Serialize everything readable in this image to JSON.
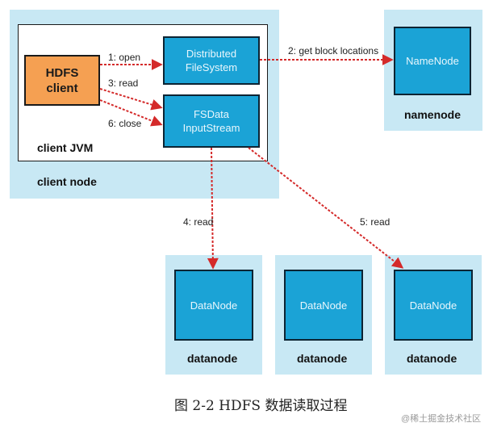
{
  "nodes": {
    "hdfs_client": {
      "line1": "HDFS",
      "line2": "client"
    },
    "distributed_fs": {
      "line1": "Distributed",
      "line2": "FileSystem"
    },
    "fsdata_stream": {
      "line1": "FSData",
      "line2": "InputStream"
    },
    "namenode_box": "NameNode",
    "datanode_box_1": "DataNode",
    "datanode_box_2": "DataNode",
    "datanode_box_3": "DataNode"
  },
  "containers": {
    "client_jvm": "client JVM",
    "client_node": "client node",
    "namenode": "namenode",
    "datanode_1": "datanode",
    "datanode_2": "datanode",
    "datanode_3": "datanode"
  },
  "edges": {
    "open": "1: open",
    "get_block_locations": "2: get block locations",
    "read3": "3: read",
    "read4": "4: read",
    "read5": "5: read",
    "close": "6: close"
  },
  "caption": "图 2-2 HDFS 数据读取过程",
  "watermark": "@稀土掘金技术社区",
  "colors": {
    "panel": "#c8e8f4",
    "node_blue": "#1ba3d6",
    "client_orange": "#f5a052",
    "arrow_red": "#d42a2a"
  }
}
